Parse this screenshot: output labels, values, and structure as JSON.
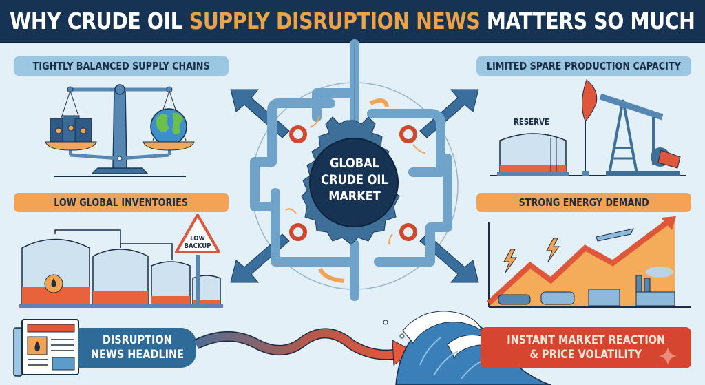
{
  "title": {
    "prefix": "WHY CRUDE OIL ",
    "highlight": "SUPPLY DISRUPTION NEWS",
    "suffix": " MATTERS SO MUCH"
  },
  "center": {
    "line1": "GLOBAL",
    "line2": "CRUDE OIL",
    "line3": "MARKET"
  },
  "factors": {
    "supply_chains": {
      "label": "TIGHTLY BALANCED SUPPLY CHAINS",
      "icon": "balance-scale-icon"
    },
    "spare_capacity": {
      "label": "LIMITED SPARE PRODUCTION CAPACITY",
      "icon": "oil-pumpjack-icon",
      "tank_label": "RESERVE"
    },
    "inventories": {
      "label": "LOW GLOBAL INVENTORIES",
      "icon": "storage-tanks-icon",
      "sign_line1": "LOW",
      "sign_line2": "BACKUP"
    },
    "demand": {
      "label": "STRONG ENERGY DEMAND",
      "icon": "rising-demand-chart-icon"
    }
  },
  "flow": {
    "news_line1": "DISRUPTION",
    "news_line2": "NEWS HEADLINE",
    "reaction_line1": "INSTANT MARKET REACTION",
    "reaction_line2": "& PRICE VOLATILITY"
  },
  "colors": {
    "header_bg": "#163353",
    "accent_orange": "#eea247",
    "pill_blue": "#9bc7e3",
    "pill_orange": "#f2a355",
    "pipe_blue": "#6fa3c9",
    "arrow_blue": "#3a6e9c",
    "alert_red": "#d54530",
    "background": "#e3f0f8"
  }
}
